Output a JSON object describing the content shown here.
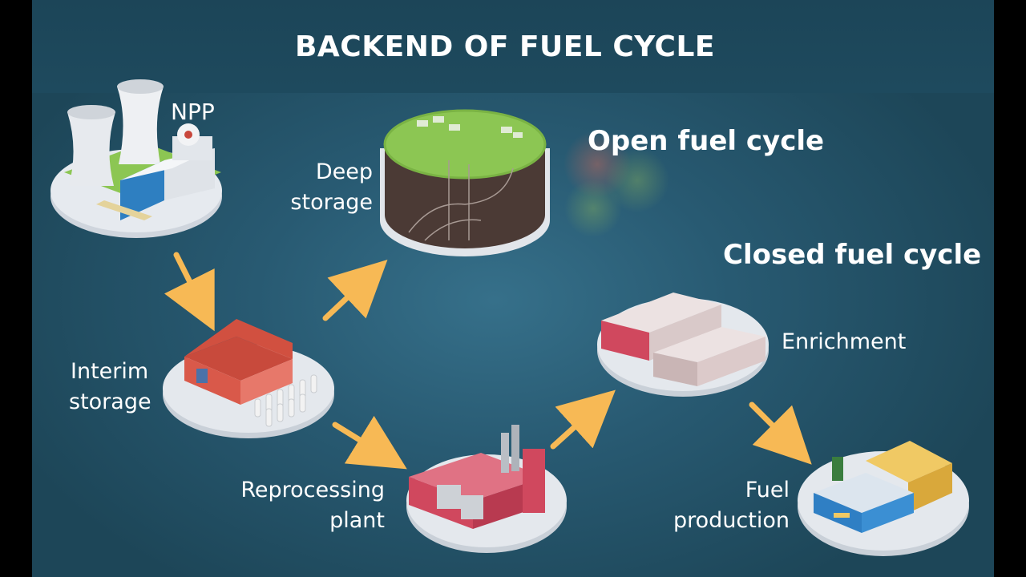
{
  "title": "BACKEND OF FUEL CYCLE",
  "labels": {
    "npp": "NPP",
    "deep_storage_line1": "Deep",
    "deep_storage_line2": "storage",
    "open_cycle": "Open fuel cycle",
    "closed_cycle": "Closed fuel cycle",
    "interim_line1": "Interim",
    "interim_line2": "storage",
    "enrichment": "Enrichment",
    "reprocessing_line1": "Reprocessing",
    "reprocessing_line2": "plant",
    "fuel_line1": "Fuel",
    "fuel_line2": "production"
  },
  "colors": {
    "arrow": "#f7b955",
    "platform": "#dfe4ea",
    "red_building": "#d9594a",
    "pink_building": "#d0485e",
    "grass": "#8cc653",
    "soil": "#4b3a35"
  }
}
